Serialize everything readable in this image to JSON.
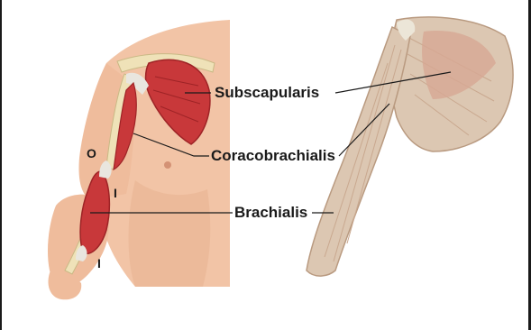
{
  "labels": {
    "subscapularis": "Subscapularis",
    "coracobrachialis": "Coracobrachialis",
    "brachialis": "Brachialis"
  },
  "markers": {
    "origin": "O",
    "insertion_upper": "I",
    "insertion_lower": "I"
  },
  "colors": {
    "skin": "#f2c4a6",
    "skin_shadow": "#e3a582",
    "muscle": "#c8383a",
    "muscle_dark": "#9e2326",
    "bone": "#efe2b8",
    "tendon": "#e9e6df",
    "cadaver": "#dcc7b2",
    "cadaver_dark": "#b99a80",
    "line": "#1a1a1a"
  }
}
